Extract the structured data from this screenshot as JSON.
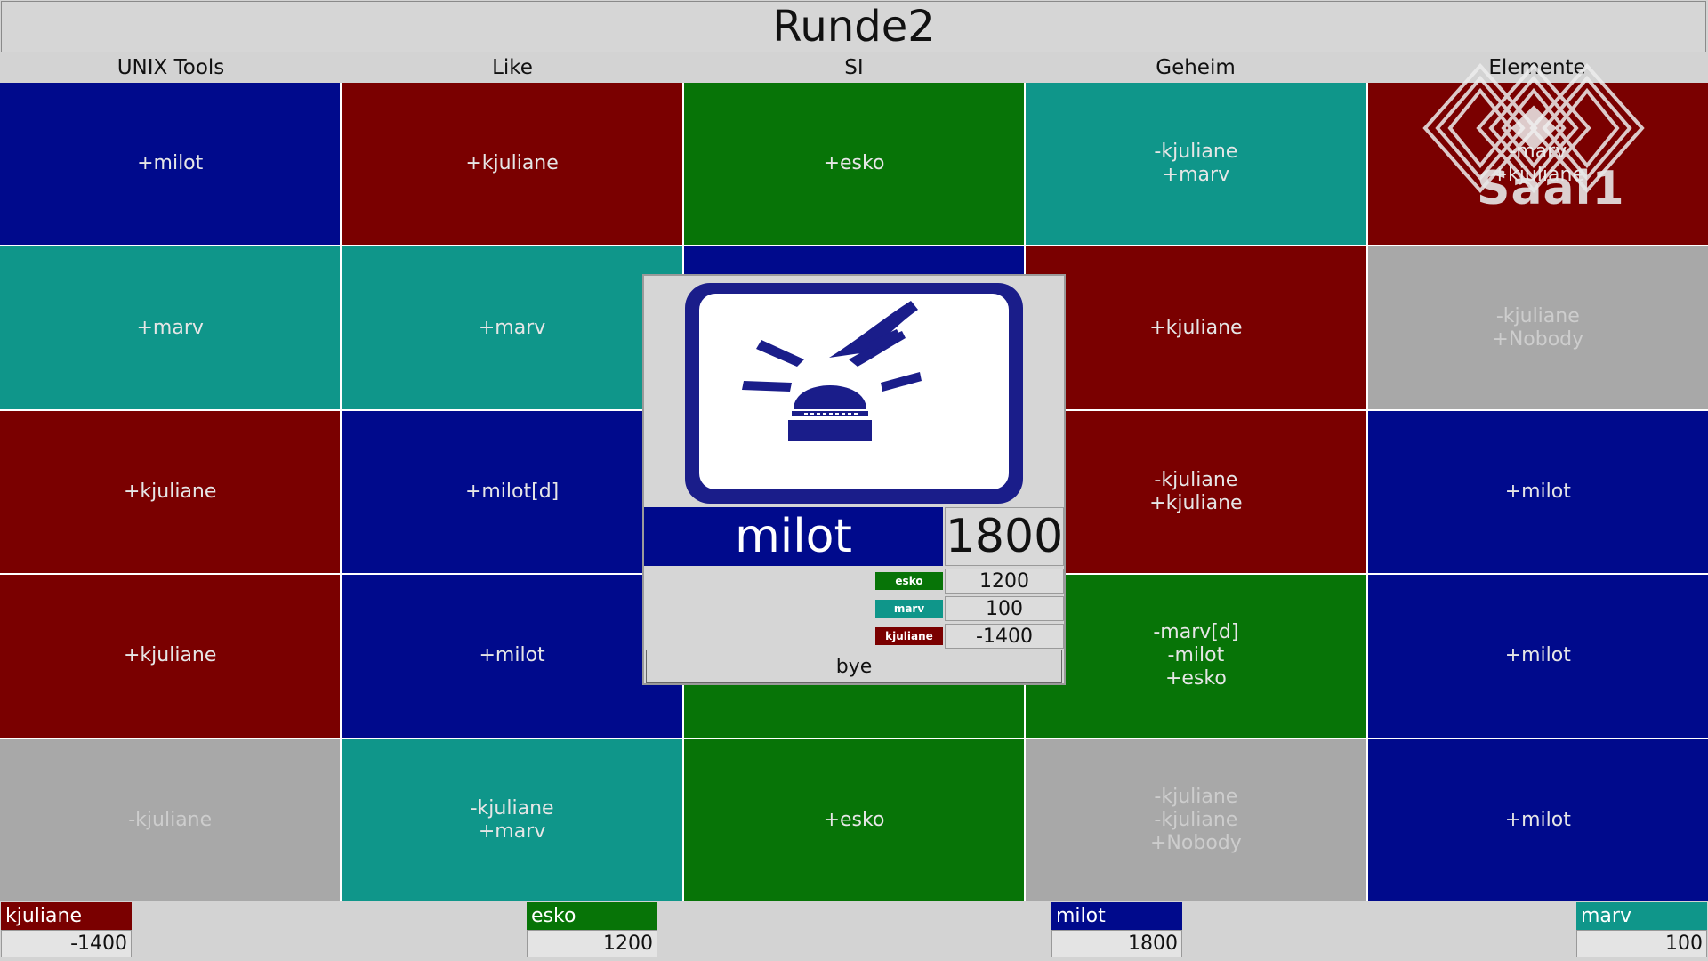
{
  "game": {
    "title": "Runde2",
    "categories": [
      "UNIX Tools",
      "Like",
      "SI",
      "Geheim",
      "Elemente"
    ],
    "board": [
      [
        "+milot",
        "+kjuliane",
        "+esko",
        "-kjuliane\n+marv",
        "-marv\n+kjuliane"
      ],
      [
        "+marv",
        "+marv",
        "",
        "+kjuliane",
        "-kjuliane\n+Nobody"
      ],
      [
        "+kjuliane",
        "+milot[d]",
        "",
        "-kjuliane\n+kjuliane",
        "+milot"
      ],
      [
        "+kjuliane",
        "+milot",
        "",
        "-marv[d]\n-milot\n+esko",
        "+milot"
      ],
      [
        "-kjuliane",
        "-kjuliane\n+marv",
        "+esko",
        "-kjuliane\n-kjuliane\n+Nobody",
        "+milot"
      ]
    ],
    "board_colors": [
      [
        "blue",
        "red",
        "green",
        "teal",
        "red"
      ],
      [
        "teal",
        "teal",
        "blue",
        "red",
        "gray"
      ],
      [
        "red",
        "blue",
        "blue",
        "red",
        "blue"
      ],
      [
        "red",
        "blue",
        "green",
        "green",
        "blue"
      ],
      [
        "gray",
        "teal",
        "green",
        "gray",
        "blue"
      ]
    ]
  },
  "modal": {
    "image_icon": "buzzer-press-icon",
    "player_name": "milot",
    "player_score": "1800",
    "others": [
      {
        "name": "esko",
        "score": "1200",
        "color": "#077407"
      },
      {
        "name": "marv",
        "score": "100",
        "color": "#0f968a"
      },
      {
        "name": "kjuliane",
        "score": "-1400",
        "color": "#7a0000"
      }
    ],
    "bye_label": "bye"
  },
  "scores": [
    {
      "name": "kjuliane",
      "score": "-1400",
      "color": "#7a0000"
    },
    {
      "name": "esko",
      "score": "1200",
      "color": "#077407"
    },
    {
      "name": "milot",
      "score": "1800",
      "color": "#000a8c"
    },
    {
      "name": "marv",
      "score": "100",
      "color": "#0f968a"
    }
  ],
  "logo": {
    "text": "Saal1"
  },
  "colors": {
    "blue": "#000a8c",
    "red": "#7a0000",
    "green": "#077407",
    "teal": "#0f968a",
    "gray": "#a8a8a8"
  }
}
